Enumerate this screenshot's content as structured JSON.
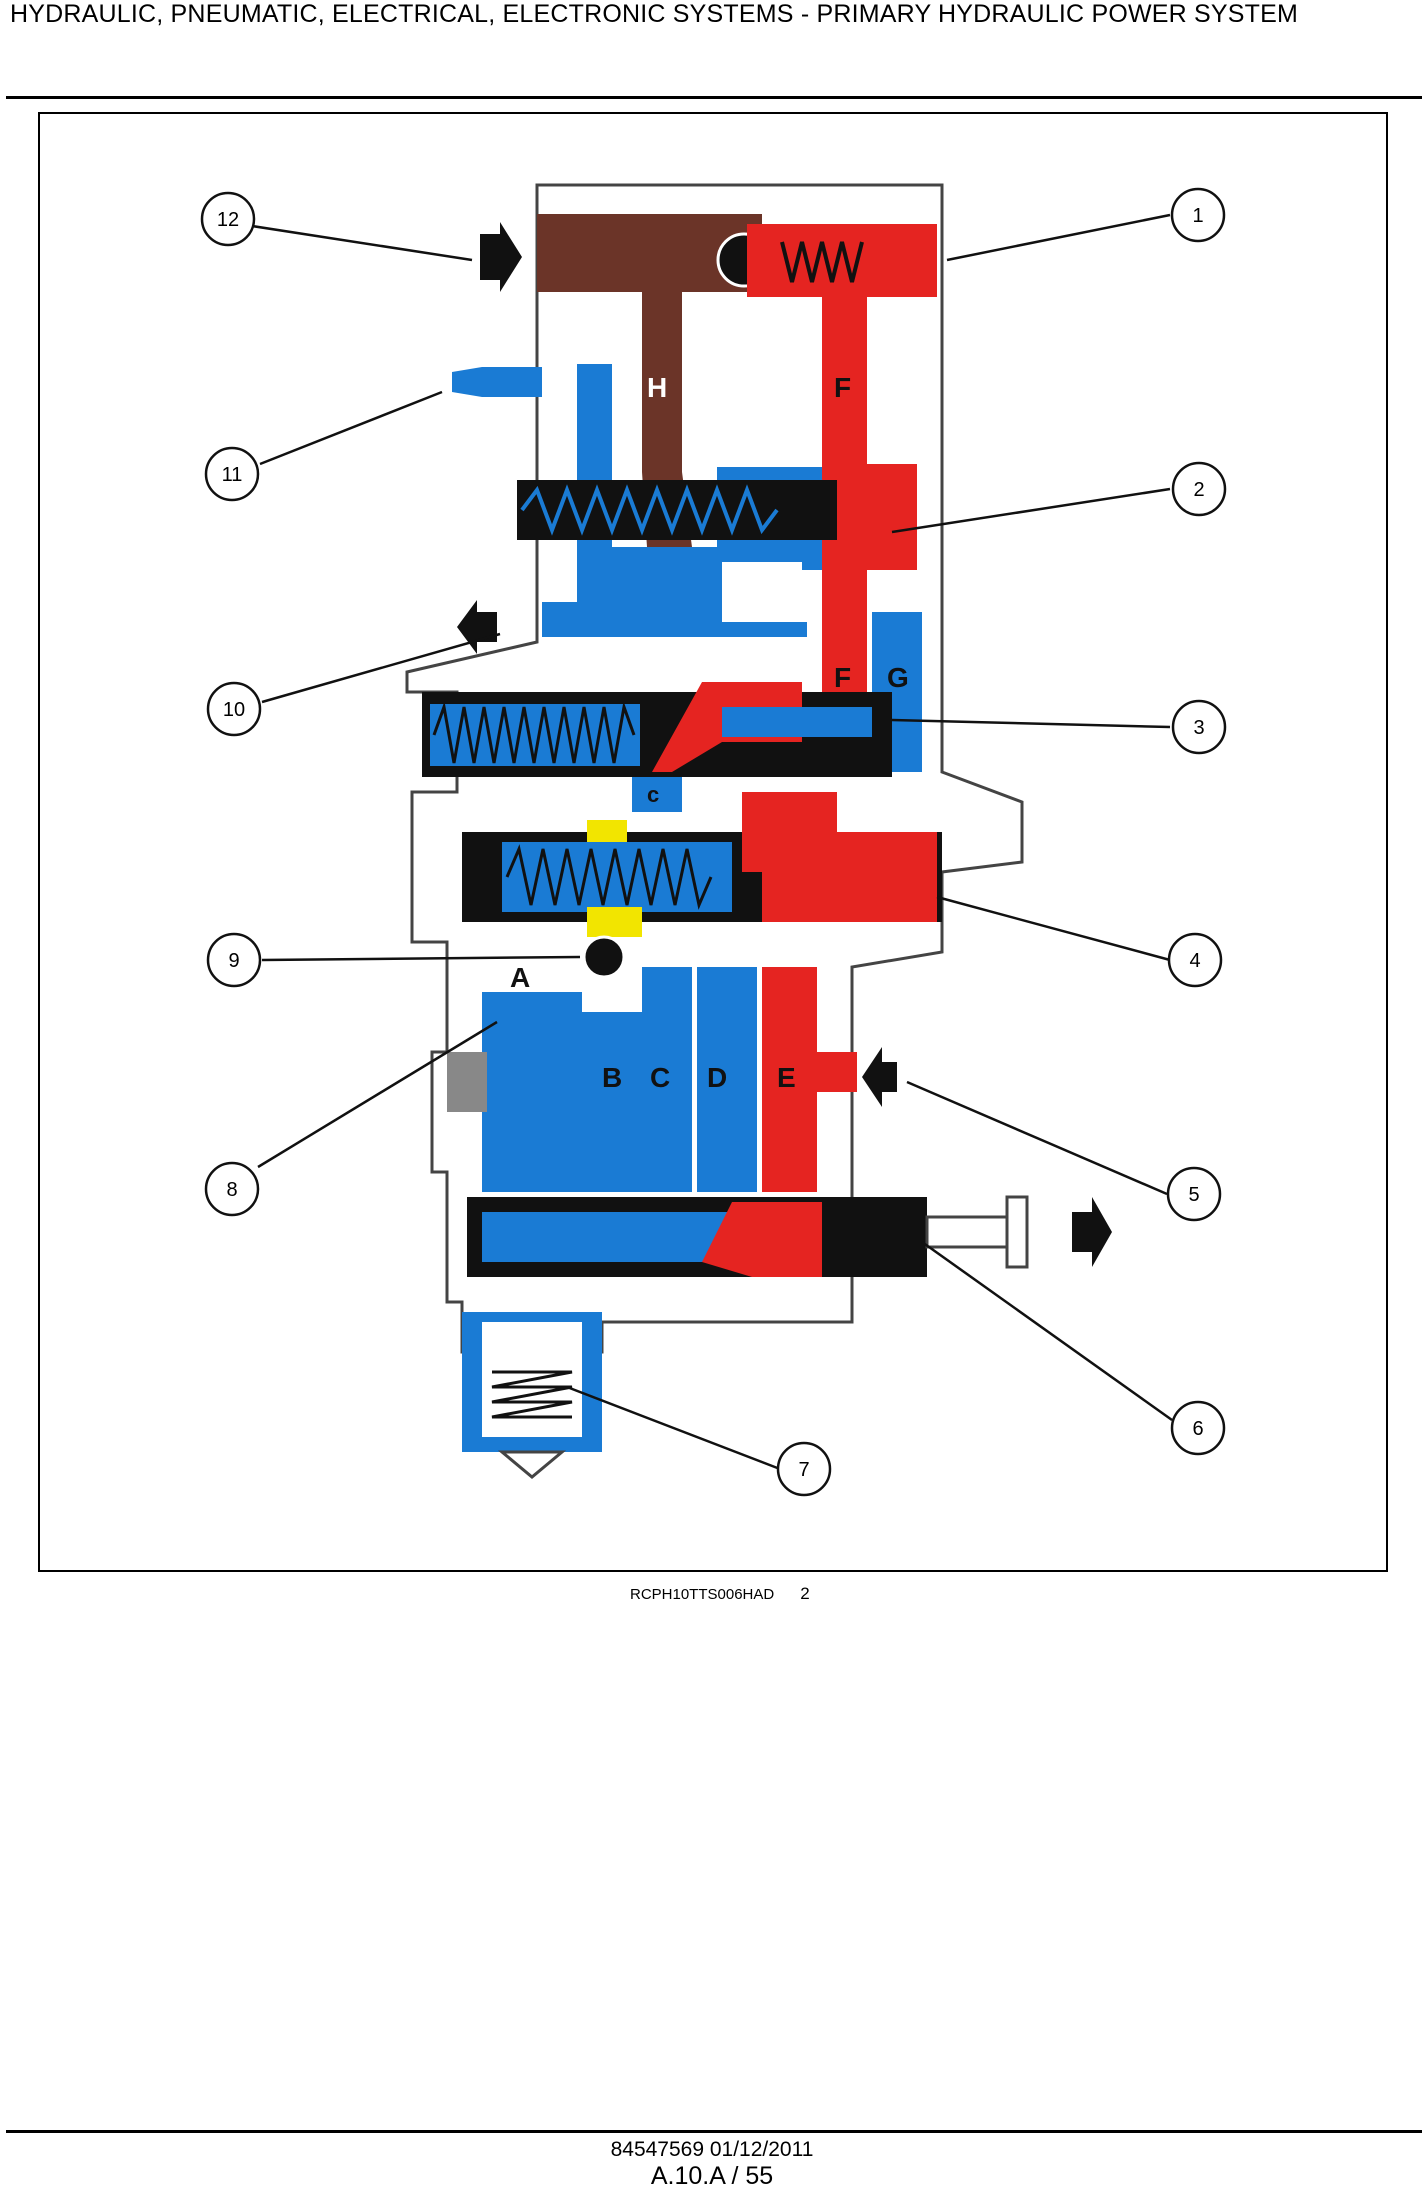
{
  "header": {
    "title": "HYDRAULIC, PNEUMATIC, ELECTRICAL, ELECTRONIC SYSTEMS - PRIMARY HYDRAULIC POWER SYSTEM"
  },
  "figure": {
    "callouts": [
      "1",
      "2",
      "3",
      "4",
      "5",
      "6",
      "7",
      "8",
      "9",
      "10",
      "11",
      "12"
    ],
    "port_letters": [
      "A",
      "B",
      "C",
      "D",
      "E",
      "F",
      "F",
      "G",
      "G",
      "H",
      "c"
    ],
    "colors": {
      "pressure_red": "#e52421",
      "return_blue": "#1a7bd4",
      "supply_brown": "#6b3428",
      "signal_yellow": "#f2e500",
      "dark_core": "#111111"
    }
  },
  "caption": {
    "ref_code": "RCPH10TTS006HAD",
    "figure_number": "2"
  },
  "footer": {
    "doc_info": "84547569 01/12/2011",
    "page": "A.10.A / 55"
  }
}
